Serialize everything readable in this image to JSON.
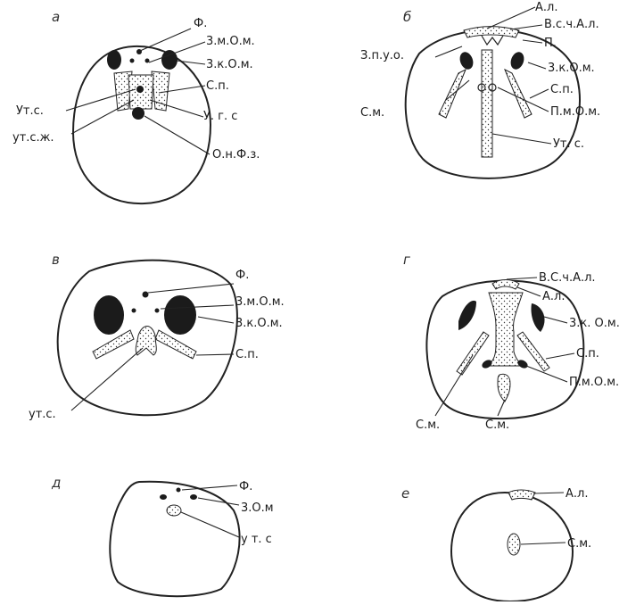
{
  "panels": [
    {
      "letter": "а",
      "labels": {
        "f": "Ф.",
        "zmom": "3.м.О.м.",
        "zkom": "3.к.О.м.",
        "sp": "С.п.",
        "ugs": "У. г. с",
        "onfz": "О.н.Ф.з.",
        "uts": "Ут.с.",
        "utsj": "ут.с.ж."
      }
    },
    {
      "letter": "б",
      "labels": {
        "al": "А.л.",
        "vsal": "В.с.ч.А.л.",
        "p": "П.",
        "zpuo": "З.п.у.о.",
        "zkom": "3.к.О.м.",
        "sp": "С.п.",
        "sm": "С.м.",
        "pmom": "П.м.О.м.",
        "uts": "Ут. с."
      }
    },
    {
      "letter": "в",
      "labels": {
        "f": "Ф.",
        "zmom": "3.м.О.м.",
        "zkom": "3.к.О.м.",
        "sp": "С.п.",
        "uts": "ут.с."
      }
    },
    {
      "letter": "г",
      "labels": {
        "vsal": "В.С.ч.А.л.",
        "al": "А.л.",
        "zkom": "3.к. О.м.",
        "sp": "С.п.",
        "pmom": "П.м.О.м.",
        "sm1": "С.м.",
        "sm2": "С.м."
      }
    },
    {
      "letter": "д",
      "labels": {
        "f": "Ф.",
        "zom": "3.О.м",
        "uts": "у т. с"
      }
    },
    {
      "letter": "е",
      "labels": {
        "al": "А.л.",
        "sm": "С.м."
      }
    }
  ]
}
